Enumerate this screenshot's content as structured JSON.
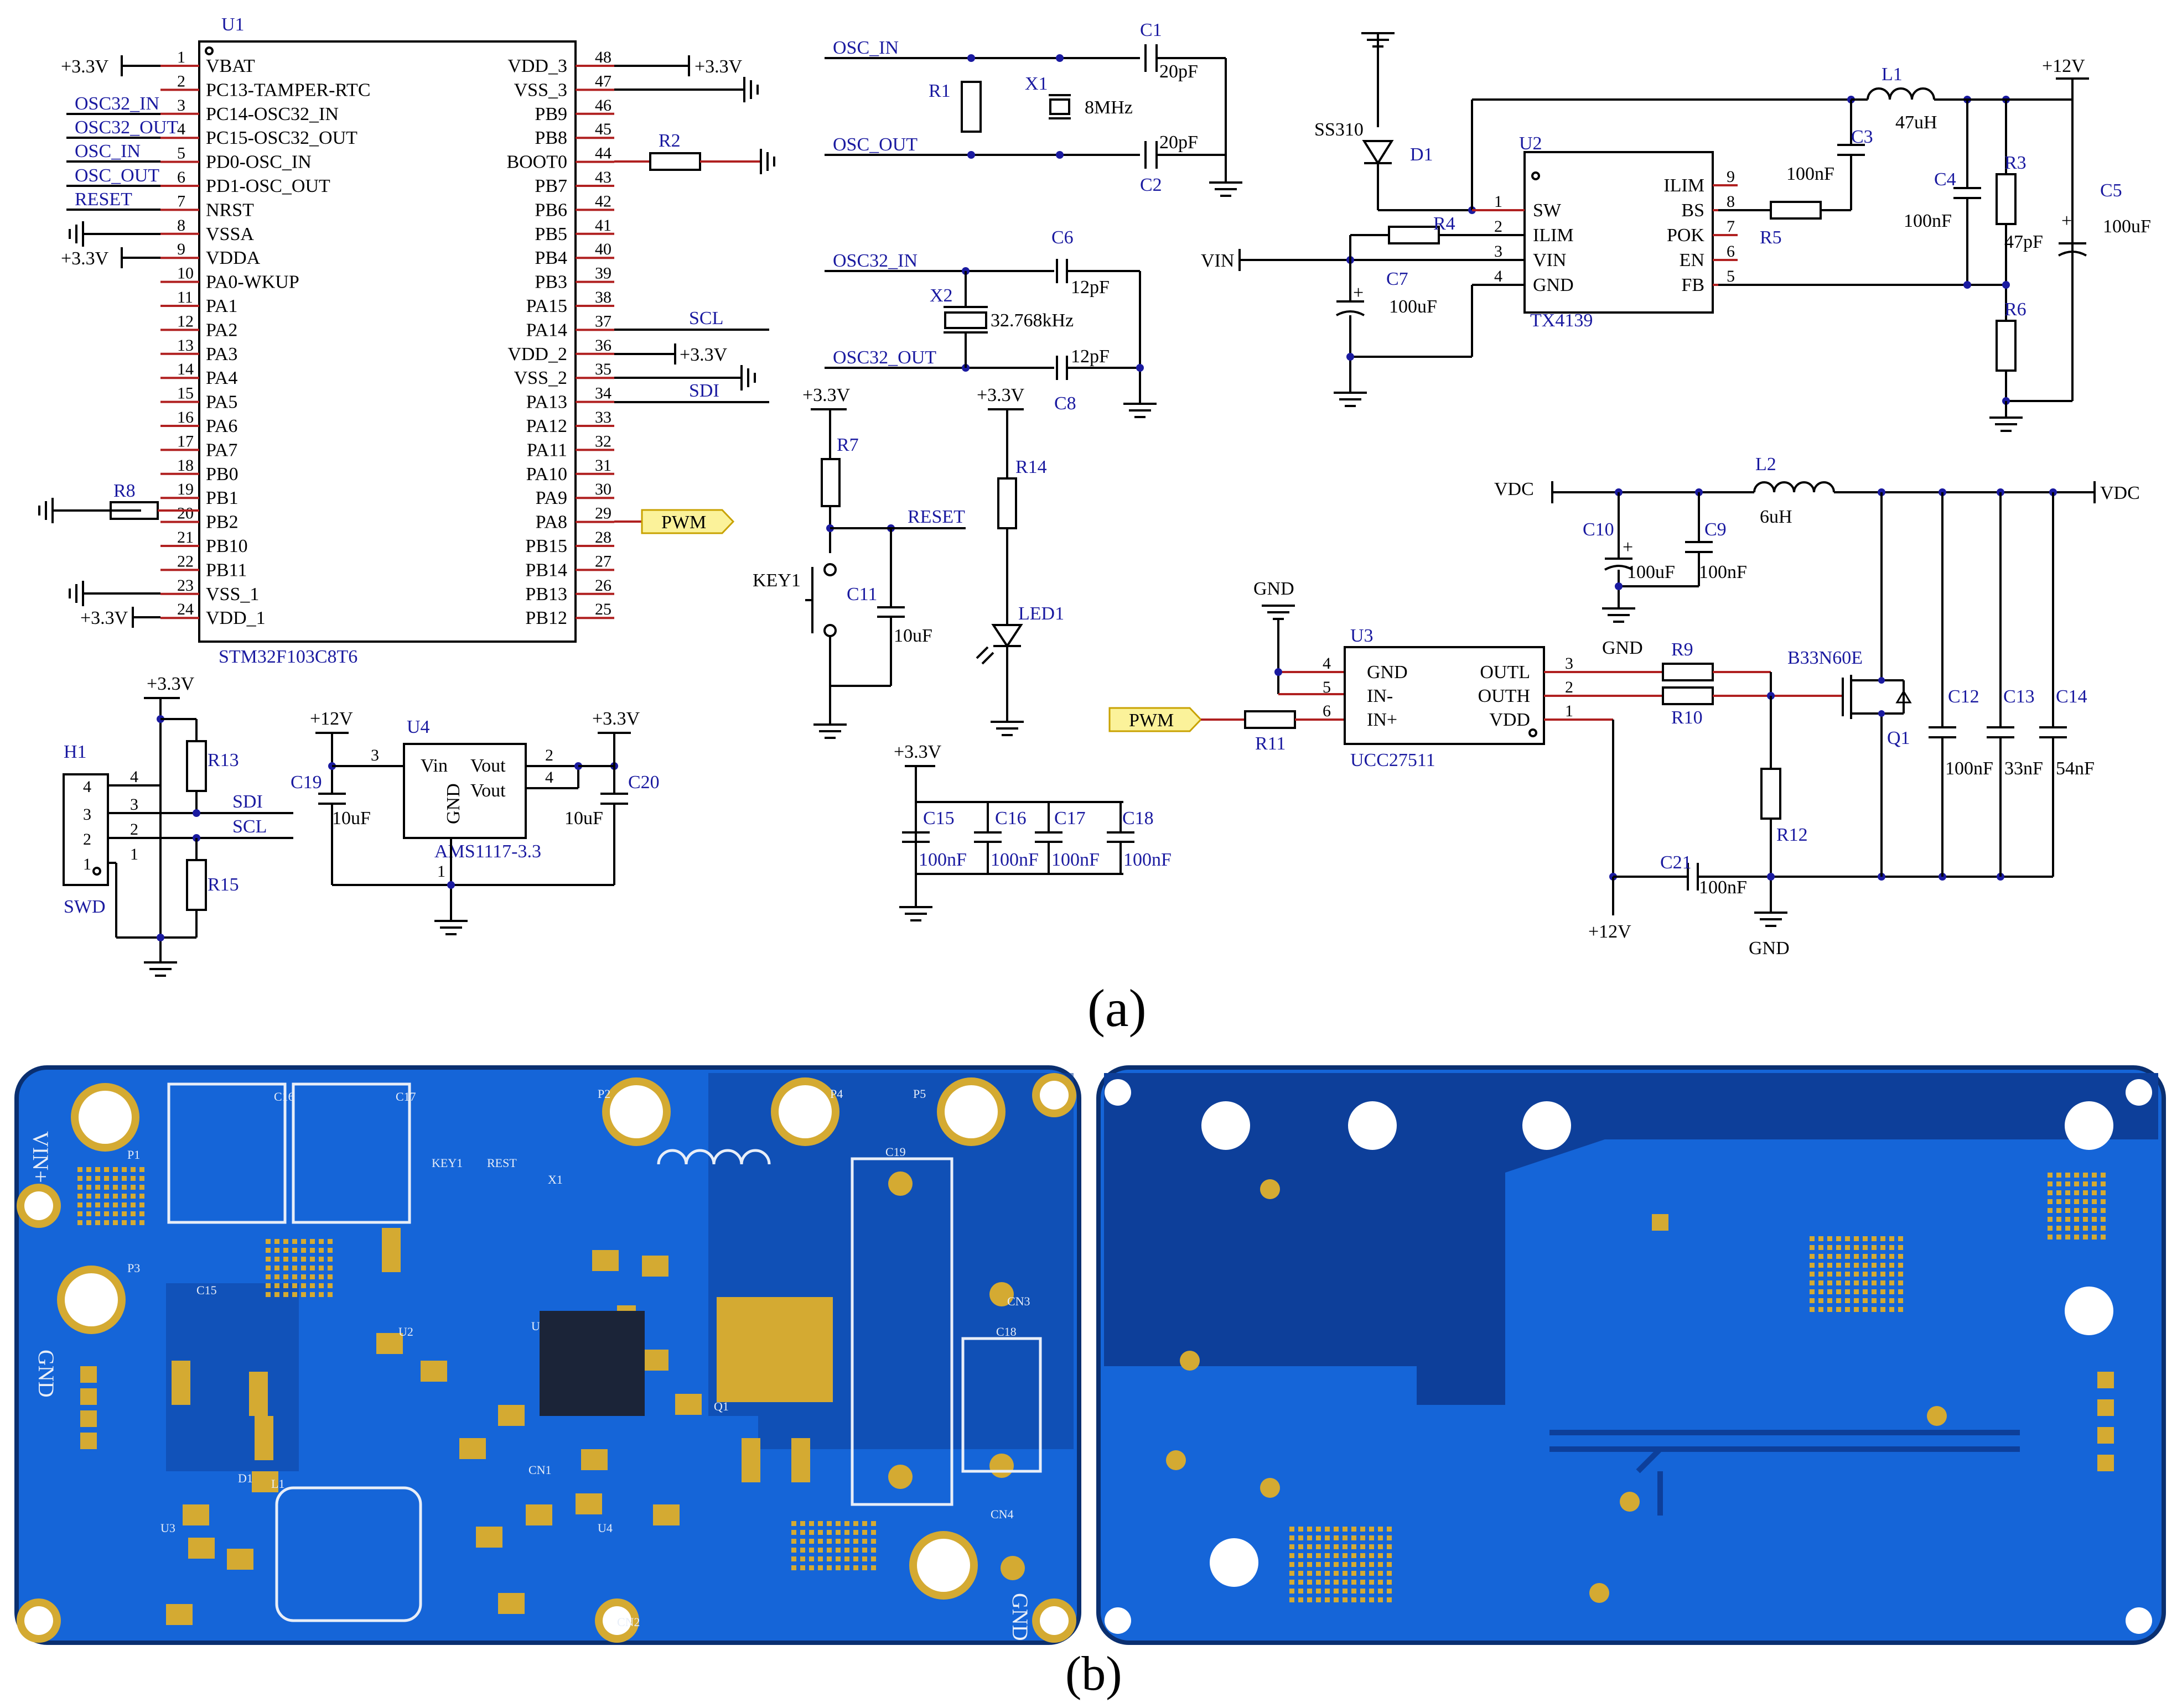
{
  "captions": {
    "a": "(a)",
    "b": "(b)"
  },
  "mcu": {
    "ref": "U1",
    "part": "STM32F103C8T6",
    "left_pins": [
      {
        "n": "1",
        "name": "VBAT"
      },
      {
        "n": "2",
        "name": "PC13-TAMPER-RTC"
      },
      {
        "n": "3",
        "name": "PC14-OSC32_IN"
      },
      {
        "n": "4",
        "name": "PC15-OSC32_OUT"
      },
      {
        "n": "5",
        "name": "PD0-OSC_IN"
      },
      {
        "n": "6",
        "name": "PD1-OSC_OUT"
      },
      {
        "n": "7",
        "name": "NRST"
      },
      {
        "n": "8",
        "name": "VSSA"
      },
      {
        "n": "9",
        "name": "VDDA"
      },
      {
        "n": "10",
        "name": "PA0-WKUP"
      },
      {
        "n": "11",
        "name": "PA1"
      },
      {
        "n": "12",
        "name": "PA2"
      },
      {
        "n": "13",
        "name": "PA3"
      },
      {
        "n": "14",
        "name": "PA4"
      },
      {
        "n": "15",
        "name": "PA5"
      },
      {
        "n": "16",
        "name": "PA6"
      },
      {
        "n": "17",
        "name": "PA7"
      },
      {
        "n": "18",
        "name": "PB0"
      },
      {
        "n": "19",
        "name": "PB1"
      },
      {
        "n": "20",
        "name": "PB2"
      },
      {
        "n": "21",
        "name": "PB10"
      },
      {
        "n": "22",
        "name": "PB11"
      },
      {
        "n": "23",
        "name": "VSS_1"
      },
      {
        "n": "24",
        "name": "VDD_1"
      }
    ],
    "right_pins": [
      {
        "n": "48",
        "name": "VDD_3"
      },
      {
        "n": "47",
        "name": "VSS_3"
      },
      {
        "n": "46",
        "name": "PB9"
      },
      {
        "n": "45",
        "name": "PB8"
      },
      {
        "n": "44",
        "name": "BOOT0"
      },
      {
        "n": "43",
        "name": "PB7"
      },
      {
        "n": "42",
        "name": "PB6"
      },
      {
        "n": "41",
        "name": "PB5"
      },
      {
        "n": "40",
        "name": "PB4"
      },
      {
        "n": "39",
        "name": "PB3"
      },
      {
        "n": "38",
        "name": "PA15"
      },
      {
        "n": "37",
        "name": "PA14"
      },
      {
        "n": "36",
        "name": "VDD_2"
      },
      {
        "n": "35",
        "name": "VSS_2"
      },
      {
        "n": "34",
        "name": "PA13"
      },
      {
        "n": "33",
        "name": "PA12"
      },
      {
        "n": "32",
        "name": "PA11"
      },
      {
        "n": "31",
        "name": "PA10"
      },
      {
        "n": "30",
        "name": "PA9"
      },
      {
        "n": "29",
        "name": "PA8"
      },
      {
        "n": "28",
        "name": "PB15"
      },
      {
        "n": "27",
        "name": "PB14"
      },
      {
        "n": "26",
        "name": "PB13"
      },
      {
        "n": "25",
        "name": "PB12"
      }
    ]
  },
  "net_labels": {
    "v33": "+3.3V",
    "v12": "+12V",
    "osc32_in": "OSC32_IN",
    "osc32_out": "OSC32_OUT",
    "osc_in": "OSC_IN",
    "osc_out": "OSC_OUT",
    "reset": "RESET",
    "scl": "SCL",
    "sdi": "SDI",
    "pwm": "PWM",
    "vin": "VIN",
    "vdc": "VDC",
    "gnd": "GND"
  },
  "osc": {
    "r1": "R1",
    "x1": "X1",
    "x1_val": "8MHz",
    "c1": "C1",
    "c1_val": "20pF",
    "c2": "C2",
    "c2_val": "20pF",
    "x2": "X2",
    "x2_val": "32.768kHz",
    "c6": "C6",
    "c6_val": "12pF",
    "c8": "C8",
    "c8_val": "12pF"
  },
  "misc": {
    "r2": "R2",
    "r8": "R8",
    "r7": "R7",
    "key1": "KEY1",
    "c11": "C11",
    "c11_val": "10uF",
    "r14": "R14",
    "led1": "LED1",
    "c15": "C15",
    "c16": "C16",
    "c17": "C17",
    "c18": "C18",
    "cval": "100nF"
  },
  "buck": {
    "d1": "D1",
    "d1_part": "SS310",
    "u2": "U2",
    "u2_part": "TX4139",
    "left_pins": [
      {
        "n": "1",
        "name": "SW"
      },
      {
        "n": "2",
        "name": "ILIM"
      },
      {
        "n": "3",
        "name": "VIN"
      },
      {
        "n": "4",
        "name": "GND"
      }
    ],
    "right_pins": [
      {
        "n": "9",
        "name": "ILIM"
      },
      {
        "n": "8",
        "name": "BS"
      },
      {
        "n": "7",
        "name": "POK"
      },
      {
        "n": "6",
        "name": "EN"
      },
      {
        "n": "5",
        "name": "FB"
      }
    ],
    "r4": "R4",
    "r5": "R5",
    "c3": "C3",
    "c3_val": "100nF",
    "l1": "L1",
    "l1_val": "47uH",
    "c4": "C4",
    "c4_val": "100nF",
    "r3": "R3",
    "r3_val": "47pF",
    "c5": "C5",
    "c5_val": "100uF",
    "r6": "R6",
    "c7": "C7",
    "c7_val": "100uF"
  },
  "swd": {
    "h1": "H1",
    "name": "SWD",
    "r13": "R13",
    "r15": "R15",
    "pins": [
      "4",
      "3",
      "2",
      "1"
    ]
  },
  "ldo": {
    "u4": "U4",
    "part": "AMS1117-3.3",
    "vin": "Vin",
    "vout1": "Vout",
    "vout2": "Vout",
    "gnd": "GND",
    "c19": "C19",
    "c19_val": "10uF",
    "c20": "C20",
    "c20_val": "10uF",
    "p3": "3",
    "p2": "2",
    "p4": "4",
    "p1": "1"
  },
  "driver": {
    "u3": "U3",
    "part": "UCC27511",
    "left_pins": [
      {
        "n": "4",
        "name": "GND"
      },
      {
        "n": "5",
        "name": "IN-"
      },
      {
        "n": "6",
        "name": "IN+"
      }
    ],
    "right_pins": [
      {
        "n": "3",
        "name": "OUTL"
      },
      {
        "n": "2",
        "name": "OUTH"
      },
      {
        "n": "1",
        "name": "VDD"
      }
    ],
    "r11": "R11",
    "r9": "R9",
    "r10": "R10",
    "r12": "R12",
    "c21": "C21",
    "c21_val": "100nF",
    "q1": "Q1",
    "q1_part": "B33N60E",
    "l2": "L2",
    "l2_val": "6uH",
    "c10": "C10",
    "c10_val": "100uF",
    "c9": "C9",
    "c9_val": "100nF",
    "c12": "C12",
    "c12_val": "100nF",
    "c13": "C13",
    "c13_val": "33nF",
    "c14": "C14",
    "c14_val": "54nF"
  },
  "pcb": {
    "top_labels": [
      "VIN+",
      "GND",
      "P1",
      "P3",
      "C16",
      "C17",
      "C15",
      "P2",
      "P4",
      "P5",
      "C19",
      "C18",
      "CN3",
      "CN4",
      "CN1",
      "CN2",
      "U1",
      "U2",
      "U3",
      "U4",
      "D1",
      "L1",
      "Q1",
      "X1",
      "KEY1",
      "REST",
      "GND"
    ],
    "colors": {
      "board": "#1565d8",
      "board_dark": "#0d3f9a",
      "copper": "#d4aa32",
      "silk": "#e8eef8",
      "outline": "#0a2f70"
    }
  }
}
